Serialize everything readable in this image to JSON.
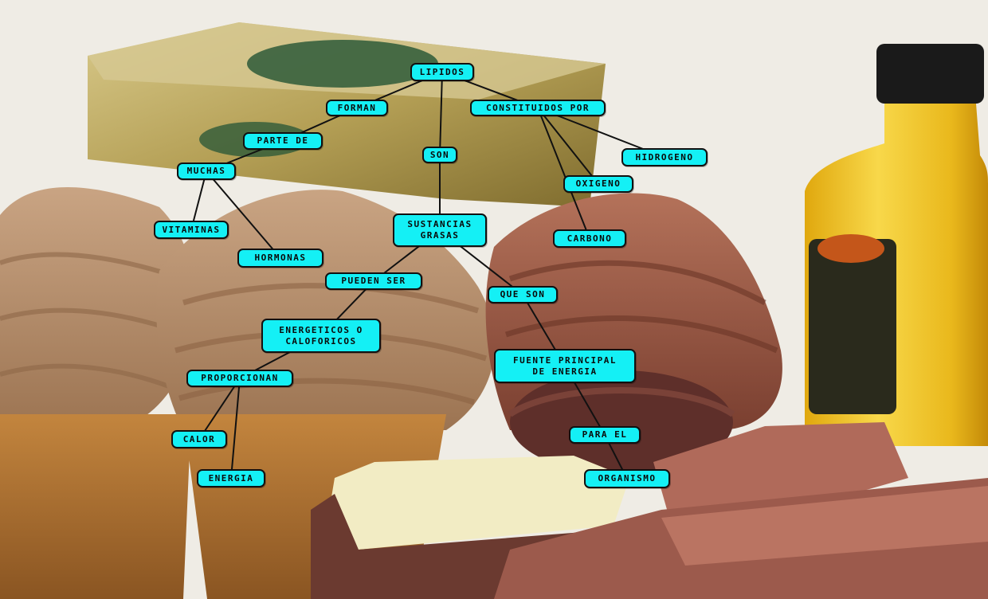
{
  "nodes": {
    "lipidos": "LIPIDOS",
    "forman": "FORMAN",
    "constituidos_por": "CONSTITUIDOS POR",
    "parte_de": "PARTE DE",
    "son": "SON",
    "hidrogeno": "HIDROGENO",
    "muchas": "MUCHAS",
    "oxigeno": "OXIGENO",
    "sustancias_grasas": "SUSTANCIAS\nGRASAS",
    "vitaminas": "VITAMINAS",
    "carbono": "CARBONO",
    "hormonas": "HORMONAS",
    "pueden_ser": "PUEDEN SER",
    "que_son": "QUE SON",
    "energeticos": "ENERGETICOS O\nCALOFORICOS",
    "fuente": "FUENTE PRINCIPAL\nDE ENERGIA",
    "proporcionan": "PROPORCIONAN",
    "para_el": "PARA EL",
    "calor": "CALOR",
    "energia": "ENERGIA",
    "organismo": "ORGANISMO"
  },
  "links": [
    [
      "lipidos",
      "forman"
    ],
    [
      "lipidos",
      "son"
    ],
    [
      "lipidos",
      "constituidos_por"
    ],
    [
      "forman",
      "parte_de"
    ],
    [
      "parte_de",
      "muchas"
    ],
    [
      "muchas",
      "vitaminas"
    ],
    [
      "muchas",
      "hormonas"
    ],
    [
      "constituidos_por",
      "hidrogeno"
    ],
    [
      "constituidos_por",
      "oxigeno"
    ],
    [
      "constituidos_por",
      "carbono"
    ],
    [
      "son",
      "sustancias_grasas"
    ],
    [
      "sustancias_grasas",
      "pueden_ser"
    ],
    [
      "sustancias_grasas",
      "que_son"
    ],
    [
      "pueden_ser",
      "energeticos"
    ],
    [
      "energeticos",
      "proporcionan"
    ],
    [
      "proporcionan",
      "calor"
    ],
    [
      "proporcionan",
      "energia"
    ],
    [
      "que_son",
      "fuente"
    ],
    [
      "fuente",
      "para_el"
    ],
    [
      "para_el",
      "organismo"
    ]
  ],
  "colors": {
    "node_fill": "#14f0f5",
    "node_border": "#111111",
    "link": "#111111"
  }
}
